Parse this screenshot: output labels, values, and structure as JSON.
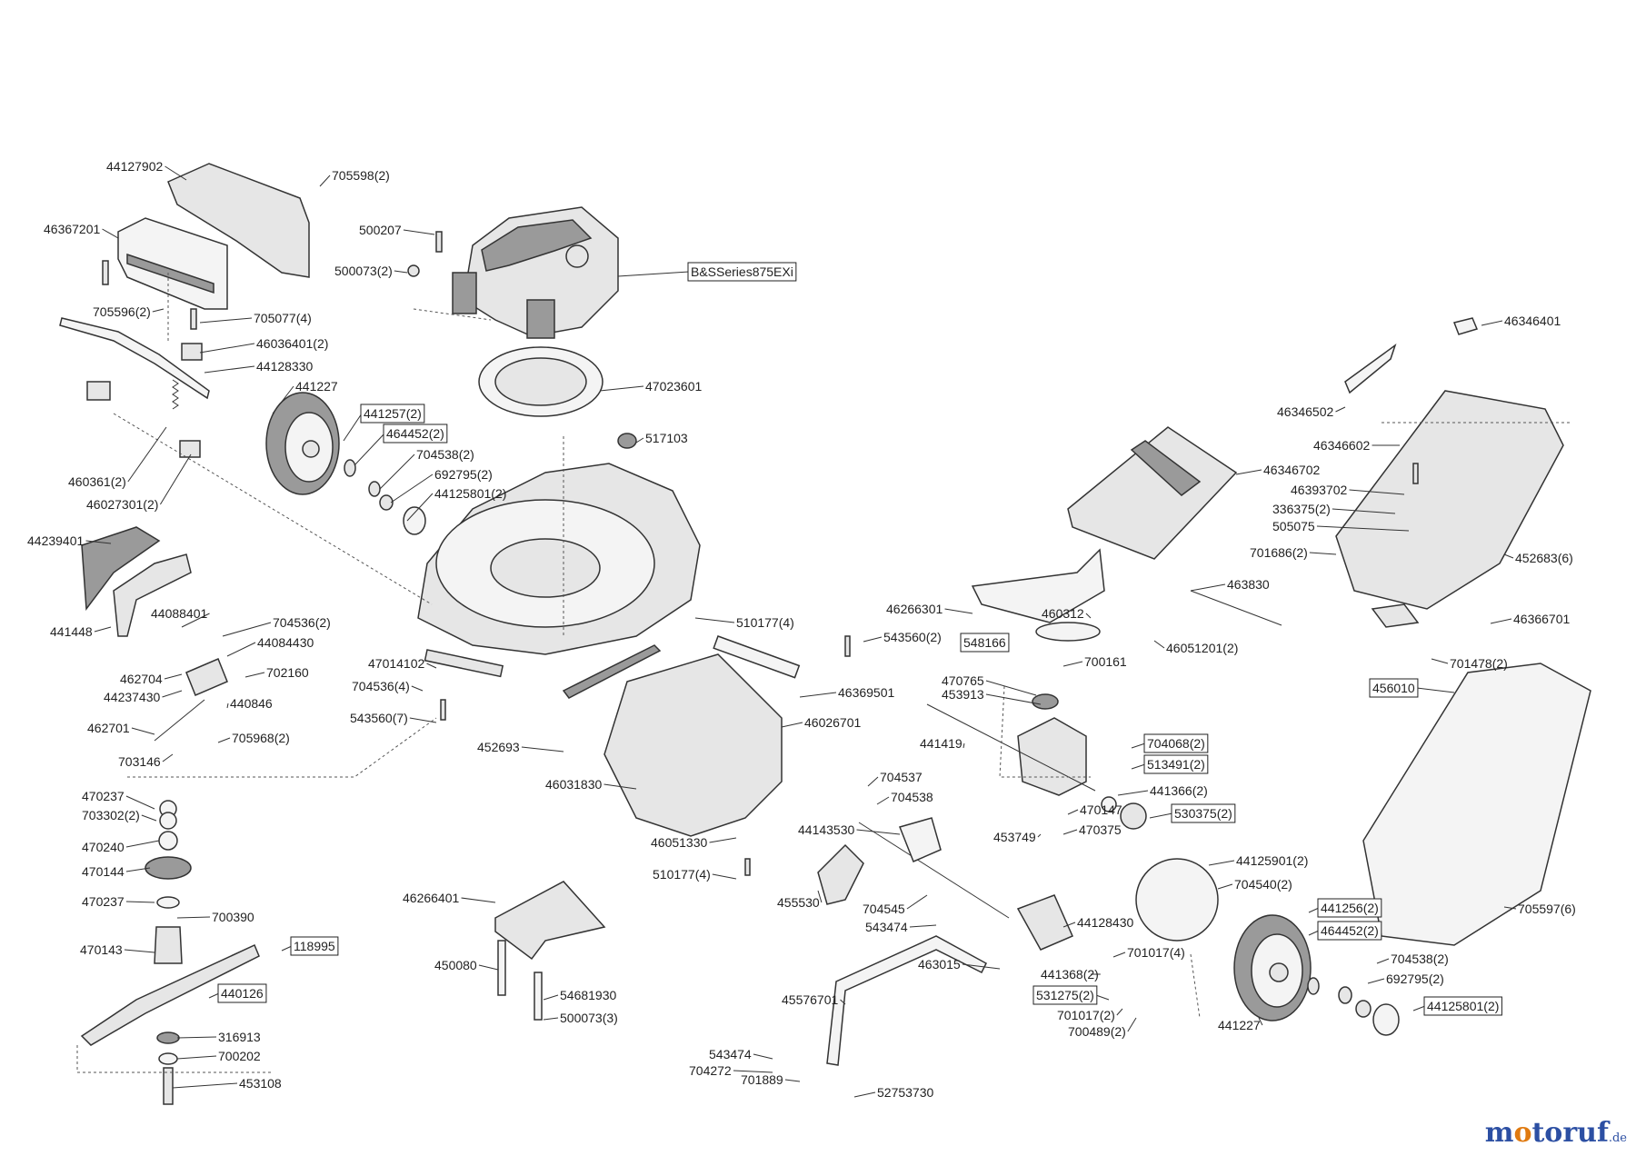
{
  "parts": [
    {
      "id": "p01",
      "text": "44127902",
      "boxed": false
    },
    {
      "id": "p02",
      "text": "705598(2)",
      "boxed": false
    },
    {
      "id": "p03",
      "text": "46367201",
      "boxed": false
    },
    {
      "id": "p04",
      "text": "705596(2)",
      "boxed": false
    },
    {
      "id": "p05",
      "text": "705077(4)",
      "boxed": false
    },
    {
      "id": "p06",
      "text": "46036401(2)",
      "boxed": false
    },
    {
      "id": "p07",
      "text": "44128330",
      "boxed": false
    },
    {
      "id": "p08",
      "text": "441227",
      "boxed": false
    },
    {
      "id": "p09",
      "text": "441257(2)",
      "boxed": true
    },
    {
      "id": "p10",
      "text": "464452(2)",
      "boxed": true
    },
    {
      "id": "p11",
      "text": "704538(2)",
      "boxed": false
    },
    {
      "id": "p12",
      "text": "692795(2)",
      "boxed": false
    },
    {
      "id": "p13",
      "text": "44125801(2)",
      "boxed": false
    },
    {
      "id": "p14",
      "text": "460361(2)",
      "boxed": false
    },
    {
      "id": "p15",
      "text": "46027301(2)",
      "boxed": false
    },
    {
      "id": "p16",
      "text": "500207",
      "boxed": false
    },
    {
      "id": "p17",
      "text": "500073(2)",
      "boxed": false
    },
    {
      "id": "p18",
      "text": "B&SSeries875EXi",
      "boxed": true
    },
    {
      "id": "p19",
      "text": "47023601",
      "boxed": false
    },
    {
      "id": "p20",
      "text": "517103",
      "boxed": false
    },
    {
      "id": "p21",
      "text": "44239401",
      "boxed": false
    },
    {
      "id": "p22",
      "text": "44088401",
      "boxed": false
    },
    {
      "id": "p23",
      "text": "441448",
      "boxed": false
    },
    {
      "id": "p24",
      "text": "704536(2)",
      "boxed": false
    },
    {
      "id": "p25",
      "text": "44084430",
      "boxed": false
    },
    {
      "id": "p26",
      "text": "702160",
      "boxed": false
    },
    {
      "id": "p27",
      "text": "462704",
      "boxed": false
    },
    {
      "id": "p28",
      "text": "44237430",
      "boxed": false
    },
    {
      "id": "p29",
      "text": "440846",
      "boxed": false
    },
    {
      "id": "p30",
      "text": "462701",
      "boxed": false
    },
    {
      "id": "p31",
      "text": "705968(2)",
      "boxed": false
    },
    {
      "id": "p32",
      "text": "703146",
      "boxed": false
    },
    {
      "id": "p33",
      "text": "47014102",
      "boxed": false
    },
    {
      "id": "p34",
      "text": "704536(4)",
      "boxed": false
    },
    {
      "id": "p35",
      "text": "543560(7)",
      "boxed": false
    },
    {
      "id": "p36",
      "text": "510177(4)",
      "boxed": false
    },
    {
      "id": "p37",
      "text": "543560(2)",
      "boxed": false
    },
    {
      "id": "p38",
      "text": "46369501",
      "boxed": false
    },
    {
      "id": "p39",
      "text": "46026701",
      "boxed": false
    },
    {
      "id": "p40",
      "text": "452693",
      "boxed": false
    },
    {
      "id": "p41",
      "text": "46031830",
      "boxed": false
    },
    {
      "id": "p42",
      "text": "46051330",
      "boxed": false
    },
    {
      "id": "p43",
      "text": "510177(4)",
      "boxed": false
    },
    {
      "id": "p44",
      "text": "470237",
      "boxed": false
    },
    {
      "id": "p45",
      "text": "703302(2)",
      "boxed": false
    },
    {
      "id": "p46",
      "text": "470240",
      "boxed": false
    },
    {
      "id": "p47",
      "text": "470144",
      "boxed": false
    },
    {
      "id": "p48",
      "text": "470237",
      "boxed": false
    },
    {
      "id": "p49",
      "text": "700390",
      "boxed": false
    },
    {
      "id": "p50",
      "text": "470143",
      "boxed": false
    },
    {
      "id": "p51",
      "text": "118995",
      "boxed": true
    },
    {
      "id": "p52",
      "text": "440126",
      "boxed": true
    },
    {
      "id": "p53",
      "text": "316913",
      "boxed": false
    },
    {
      "id": "p54",
      "text": "700202",
      "boxed": false
    },
    {
      "id": "p55",
      "text": "453108",
      "boxed": false
    },
    {
      "id": "p56",
      "text": "46266401",
      "boxed": false
    },
    {
      "id": "p57",
      "text": "450080",
      "boxed": false
    },
    {
      "id": "p58",
      "text": "54681930",
      "boxed": false
    },
    {
      "id": "p59",
      "text": "500073(3)",
      "boxed": false
    },
    {
      "id": "p60",
      "text": "46346702",
      "boxed": false
    },
    {
      "id": "p61",
      "text": "46266301",
      "boxed": false
    },
    {
      "id": "p62",
      "text": "463830",
      "boxed": false
    },
    {
      "id": "p63",
      "text": "460312",
      "boxed": false
    },
    {
      "id": "p64",
      "text": "46051201(2)",
      "boxed": false
    },
    {
      "id": "p65",
      "text": "548166",
      "boxed": true
    },
    {
      "id": "p66",
      "text": "700161",
      "boxed": false
    },
    {
      "id": "p67",
      "text": "470765",
      "boxed": false
    },
    {
      "id": "p68",
      "text": "453913",
      "boxed": false
    },
    {
      "id": "p69",
      "text": "441419",
      "boxed": false
    },
    {
      "id": "p70",
      "text": "704068(2)",
      "boxed": true
    },
    {
      "id": "p71",
      "text": "513491(2)",
      "boxed": true
    },
    {
      "id": "p72",
      "text": "441366(2)",
      "boxed": false
    },
    {
      "id": "p73",
      "text": "470147",
      "boxed": false
    },
    {
      "id": "p74",
      "text": "530375(2)",
      "boxed": true
    },
    {
      "id": "p75",
      "text": "470375",
      "boxed": false
    },
    {
      "id": "p76",
      "text": "453749",
      "boxed": false
    },
    {
      "id": "p77",
      "text": "704537",
      "boxed": false
    },
    {
      "id": "p78",
      "text": "704538",
      "boxed": false
    },
    {
      "id": "p79",
      "text": "44143530",
      "boxed": false
    },
    {
      "id": "p80",
      "text": "455530",
      "boxed": false
    },
    {
      "id": "p81",
      "text": "704545",
      "boxed": false
    },
    {
      "id": "p82",
      "text": "543474",
      "boxed": false
    },
    {
      "id": "p83",
      "text": "44128430",
      "boxed": false
    },
    {
      "id": "p84",
      "text": "463015",
      "boxed": false
    },
    {
      "id": "p85",
      "text": "701017(4)",
      "boxed": false
    },
    {
      "id": "p86",
      "text": "441368(2)",
      "boxed": false
    },
    {
      "id": "p87",
      "text": "531275(2)",
      "boxed": true
    },
    {
      "id": "p88",
      "text": "701017(2)",
      "boxed": false
    },
    {
      "id": "p89",
      "text": "700489(2)",
      "boxed": false
    },
    {
      "id": "p90",
      "text": "45576701",
      "boxed": false
    },
    {
      "id": "p91",
      "text": "543474",
      "boxed": false
    },
    {
      "id": "p92",
      "text": "704272",
      "boxed": false
    },
    {
      "id": "p93",
      "text": "701889",
      "boxed": false
    },
    {
      "id": "p94",
      "text": "52753730",
      "boxed": false
    },
    {
      "id": "p95",
      "text": "44125901(2)",
      "boxed": false
    },
    {
      "id": "p96",
      "text": "704540(2)",
      "boxed": false
    },
    {
      "id": "p97",
      "text": "441256(2)",
      "boxed": true
    },
    {
      "id": "p98",
      "text": "464452(2)",
      "boxed": true
    },
    {
      "id": "p99",
      "text": "704538(2)",
      "boxed": false
    },
    {
      "id": "p100",
      "text": "692795(2)",
      "boxed": false
    },
    {
      "id": "p101",
      "text": "44125801(2)",
      "boxed": true
    },
    {
      "id": "p102",
      "text": "441227",
      "boxed": false
    },
    {
      "id": "p103",
      "text": "46346401",
      "boxed": false
    },
    {
      "id": "p104",
      "text": "46346502",
      "boxed": false
    },
    {
      "id": "p105",
      "text": "46346602",
      "boxed": false
    },
    {
      "id": "p106",
      "text": "46393702",
      "boxed": false
    },
    {
      "id": "p107",
      "text": "336375(2)",
      "boxed": false
    },
    {
      "id": "p108",
      "text": "505075",
      "boxed": false
    },
    {
      "id": "p109",
      "text": "701686(2)",
      "boxed": false
    },
    {
      "id": "p110",
      "text": "452683(6)",
      "boxed": false
    },
    {
      "id": "p111",
      "text": "46366701",
      "boxed": false
    },
    {
      "id": "p112",
      "text": "701478(2)",
      "boxed": false
    },
    {
      "id": "p113",
      "text": "456010",
      "boxed": true
    },
    {
      "id": "p114",
      "text": "705597(6)",
      "boxed": false
    }
  ],
  "logo": {
    "first": "m",
    "accent": "o",
    "rest": "toruf",
    "suffix": ".de"
  }
}
